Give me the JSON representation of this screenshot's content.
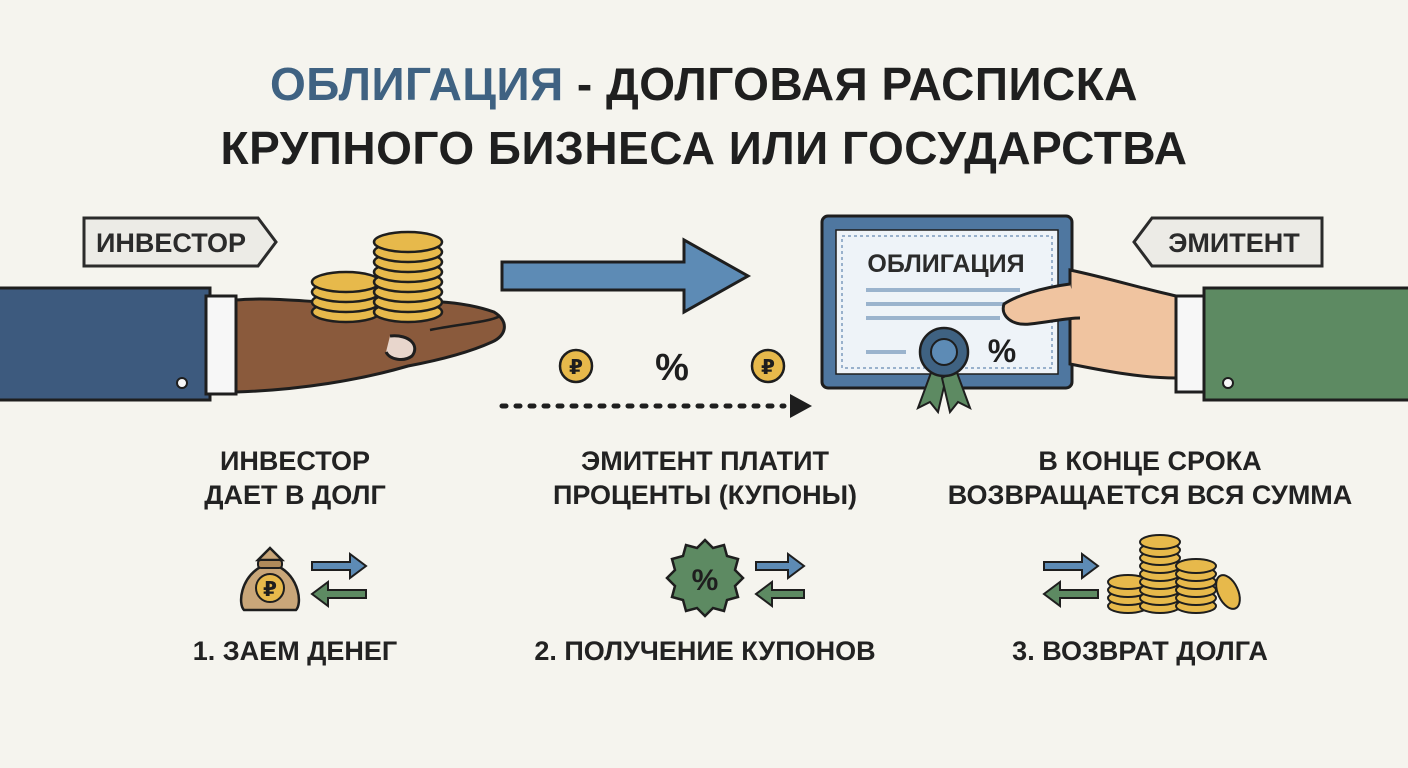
{
  "title": {
    "accent": "ОБЛИГАЦИЯ",
    "rest_line1": " - ДОЛГОВАЯ РАСПИСКА",
    "line2": "КРУПНОГО БИЗНЕСА ИЛИ ГОСУДАРСТВА"
  },
  "tags": {
    "investor": "ИНВЕСТОР",
    "issuer": "ЭМИТЕНТ"
  },
  "certificate": {
    "heading": "ОБЛИГАЦИЯ",
    "percent": "%"
  },
  "flow": {
    "coin_symbol": "₽",
    "percent_symbol": "%"
  },
  "captions": [
    {
      "line1": "ИНВЕСТОР",
      "line2": "ДАЕТ В ДОЛГ"
    },
    {
      "line1": "ЭМИТЕНТ ПЛАТИТ",
      "line2": "ПРОЦЕНТЫ (КУПОНЫ)"
    },
    {
      "line1": "В КОНЦЕ СРОКА",
      "line2": "ВОЗВРАЩАЕТСЯ ВСЯ СУММА"
    }
  ],
  "steps": [
    {
      "label": "1. ЗАЕМ ДЕНЕГ",
      "icon": "money-bag-icon",
      "symbol": "₽"
    },
    {
      "label": "2. ПОЛУЧЕНИЕ КУПОНОВ",
      "icon": "percent-badge-icon",
      "symbol": "%"
    },
    {
      "label": "3. ВОЗВРАТ ДОЛГА",
      "icon": "coin-stacks-icon"
    }
  ],
  "colors": {
    "accent": "#3f6282",
    "investor_sleeve": "#3d5a7e",
    "issuer_sleeve": "#5d8a62",
    "coin": "#e7b94b",
    "arrow_blue": "#5d8bb5",
    "arrow_green": "#5d8a62",
    "certificate_border": "#4f77a0",
    "seal": "#3f6282",
    "ribbon": "#5d8a62"
  }
}
